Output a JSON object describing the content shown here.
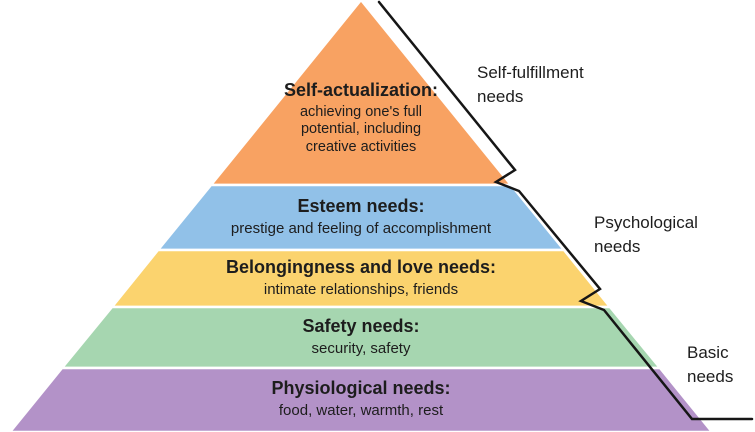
{
  "pyramid": {
    "levels": [
      {
        "id": "self-actualization",
        "heading": "Self-actualization:",
        "description": "achieving one's full potential, including creative activities",
        "color": "#F8A262"
      },
      {
        "id": "esteem",
        "heading": "Esteem needs:",
        "description": "prestige and feeling of accomplishment",
        "color": "#91C1E8"
      },
      {
        "id": "belongingness-love",
        "heading": "Belongingness and love needs:",
        "description": "intimate relationships, friends",
        "color": "#FBD36E"
      },
      {
        "id": "safety",
        "heading": "Safety needs:",
        "description": "security, safety",
        "color": "#A6D6B0"
      },
      {
        "id": "physiological",
        "heading": "Physiological needs:",
        "description": "food, water, warmth, rest",
        "color": "#B392C8"
      }
    ]
  },
  "groups": [
    {
      "id": "self-fulfillment",
      "label": "Self-fulfillment needs"
    },
    {
      "id": "psychological",
      "label": "Psychological needs"
    },
    {
      "id": "basic",
      "label": "Basic needs"
    }
  ],
  "line_color": "#161616"
}
